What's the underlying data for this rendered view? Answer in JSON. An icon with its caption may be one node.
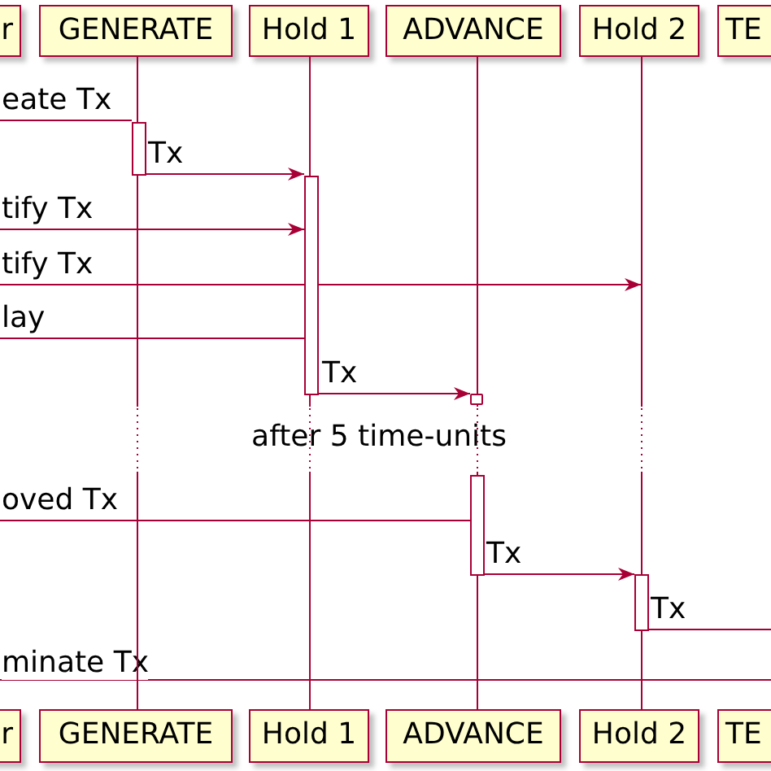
{
  "diagram": {
    "nodes": [
      {
        "text": [
          "r"
        ]
      },
      {
        "text": [
          "GENERATE"
        ]
      },
      {
        "text": [
          "Hold 1"
        ]
      },
      {
        "text": [
          "ADVANCE"
        ]
      },
      {
        "text": [
          "Hold 2"
        ]
      },
      {
        "text": [
          "TE"
        ]
      },
      {
        "text": [
          "r"
        ]
      },
      {
        "text": [
          "GENERATE"
        ]
      },
      {
        "text": [
          "Hold 1"
        ]
      },
      {
        "text": [
          "ADVANCE"
        ]
      },
      {
        "text": [
          "Hold 2"
        ]
      },
      {
        "text": [
          "TE"
        ]
      },
      {
        "text": [],
        "shape": "bar"
      },
      {
        "text": [],
        "shape": "bar"
      },
      {
        "text": [],
        "shape": "box"
      },
      {
        "text": [],
        "shape": "bar"
      },
      {
        "text": [],
        "shape": "bar"
      },
      {
        "text": [],
        "shape": "line"
      },
      {
        "text": [],
        "shape": "line"
      },
      {
        "text": [],
        "shape": "line"
      },
      {
        "text": [],
        "shape": "line"
      }
    ],
    "edges": [
      {
        "from": null,
        "to": 12,
        "arrow": "none",
        "label": "eate Tx"
      },
      {
        "from": 12,
        "to": 13,
        "arrow": "to",
        "label": "Tx"
      },
      {
        "from": null,
        "to": 13,
        "arrow": "to",
        "label": "tify Tx"
      },
      {
        "from": null,
        "to": 20,
        "arrow": "to",
        "label": "tify Tx"
      },
      {
        "from": 13,
        "to": null,
        "arrow": "none",
        "label": "lay"
      },
      {
        "from": 13,
        "to": 14,
        "arrow": "to",
        "label": "Tx"
      },
      {
        "from": null,
        "to": 15,
        "arrow": "none",
        "label": "oved Tx"
      },
      {
        "from": 15,
        "to": 16,
        "arrow": "to",
        "label": "Tx"
      },
      {
        "from": 16,
        "to": null,
        "arrow": "none",
        "label": "Tx"
      }
    ],
    "labels": [
      "after 5 time-units",
      "minate Tx"
    ]
  }
}
